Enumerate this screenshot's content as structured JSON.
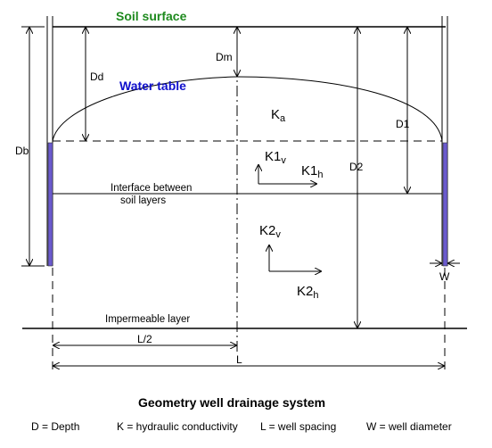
{
  "colors": {
    "soil_surface": "#1e8a1e",
    "water_table": "#1010cc",
    "well_screen": "#6a5acd",
    "line": "#000000"
  },
  "labels": {
    "soil_surface": "Soil surface",
    "water_table": "Water table",
    "dd": "Dd",
    "dm": "Dm",
    "db": "Db",
    "d1": "D1",
    "d2": "D2",
    "ka_main": "K",
    "ka_sub": "a",
    "k1v_main": "K1",
    "k1v_sub": "v",
    "k1h_main": "K1",
    "k1h_sub": "h",
    "k2v_main": "K2",
    "k2v_sub": "v",
    "k2h_main": "K2",
    "k2h_sub": "h",
    "interface_line1": "Interface between",
    "interface_line2": "soil layers",
    "impermeable": "Impermeable layer",
    "half_spacing": "L/2",
    "spacing": "L",
    "well_w": "W"
  },
  "title": "Geometry well drainage system",
  "legend": [
    "D = Depth",
    "K = hydraulic conductivity",
    "L = well spacing",
    "W = well diameter"
  ]
}
